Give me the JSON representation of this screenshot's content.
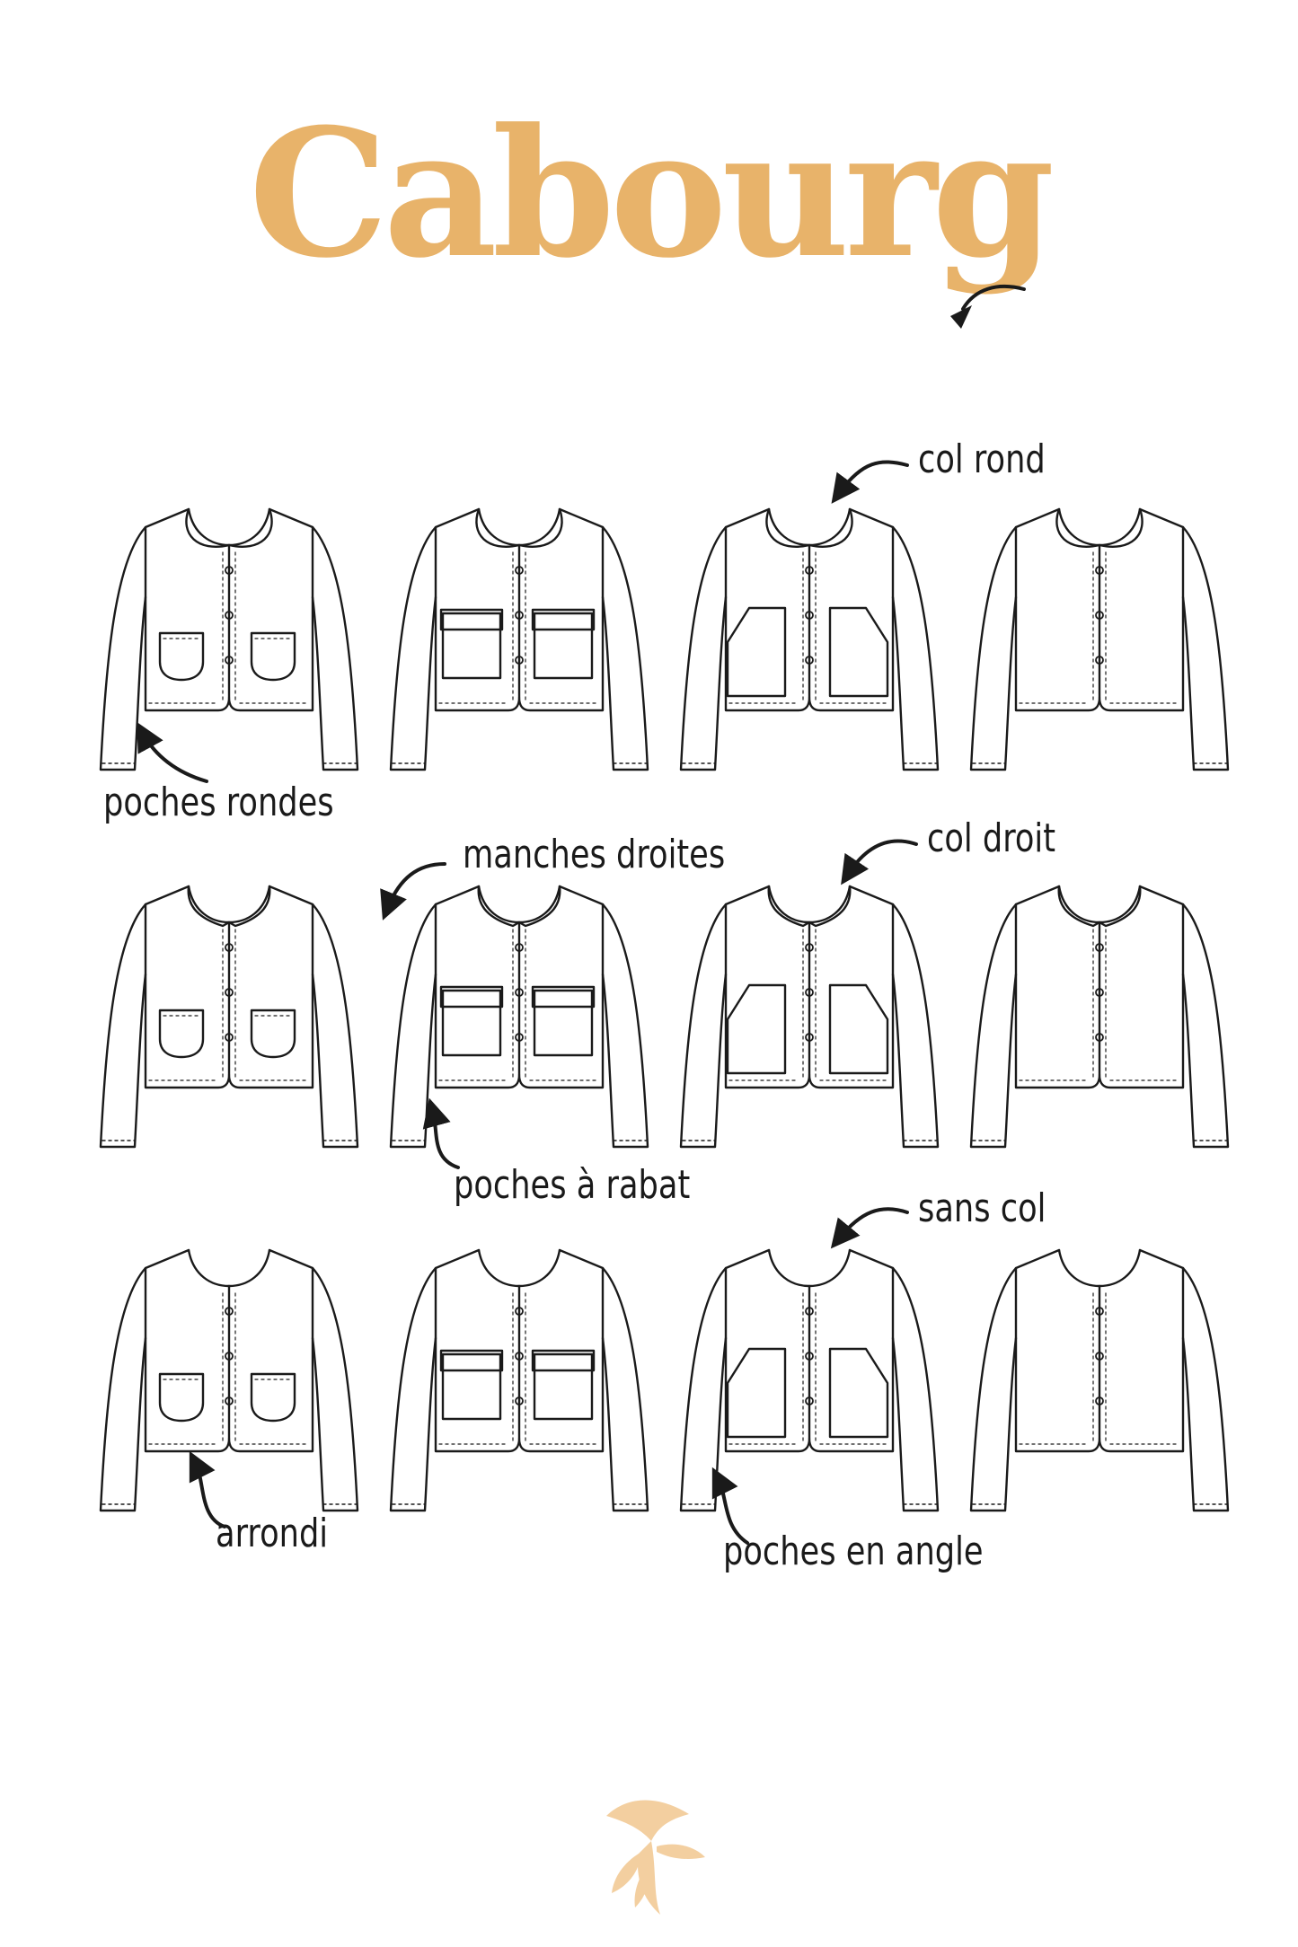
{
  "title": "Cabourg",
  "colors": {
    "accent": "#e8b36a",
    "line": "#1a1a1a",
    "logo": "#f3cfa0"
  },
  "labels": {
    "col_rond": "col rond",
    "poches_rondes": "poches rondes",
    "manches_droites": "manches droites",
    "col_droit": "col droit",
    "poches_a_rabat": "poches à rabat",
    "sans_col": "sans col",
    "arrondi": "arrondi",
    "poches_en_angle": "poches en angle"
  },
  "grid": [
    {
      "collar": "round",
      "pockets": [
        "round",
        "flap",
        "angle",
        "none"
      ]
    },
    {
      "collar": "pointed",
      "pockets": [
        "round",
        "flap",
        "angle",
        "none"
      ]
    },
    {
      "collar": "none",
      "pockets": [
        "round",
        "flap",
        "angle",
        "none"
      ]
    }
  ]
}
